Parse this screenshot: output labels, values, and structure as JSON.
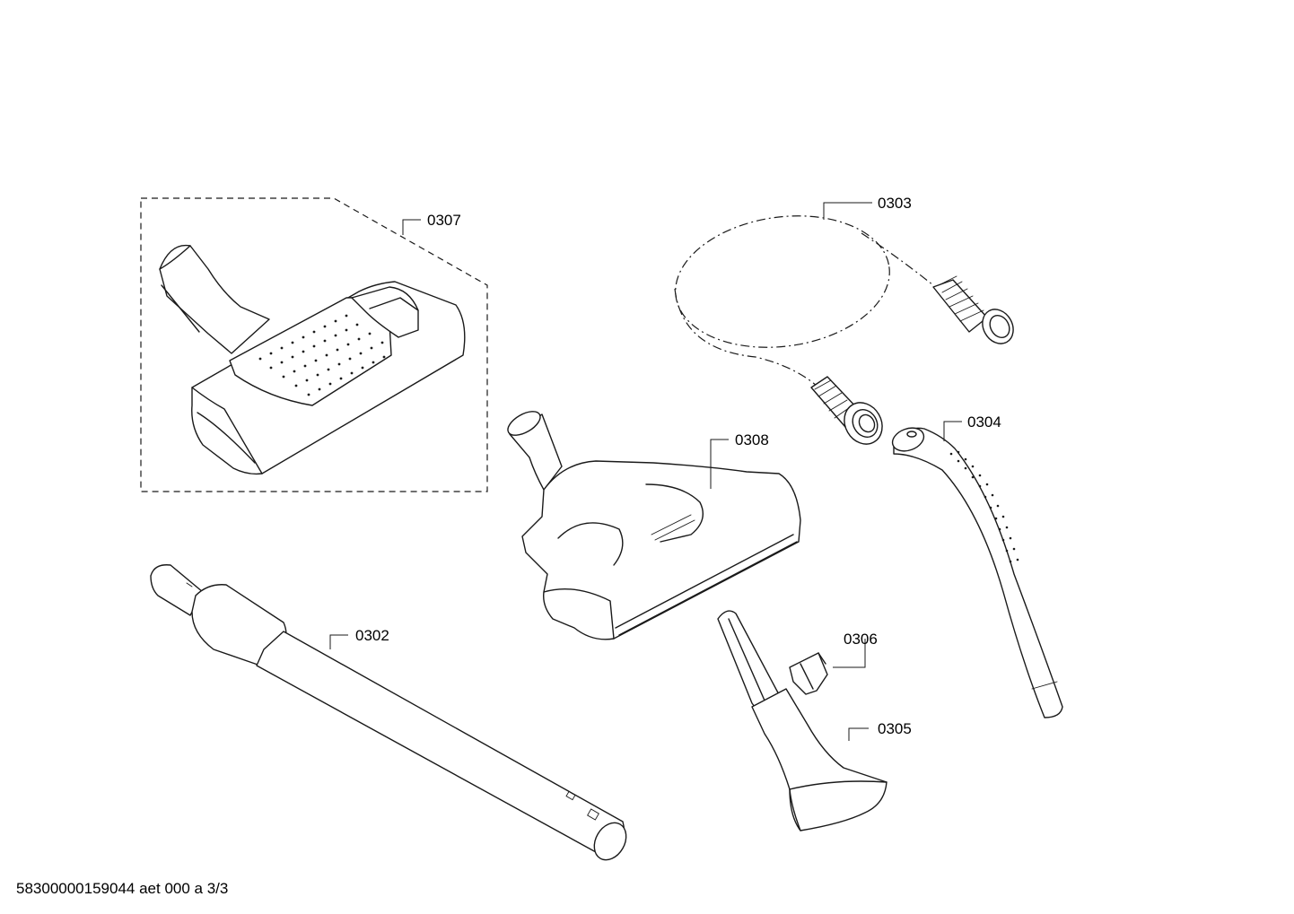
{
  "parts": [
    {
      "id": "telescopic-tube",
      "label": "0302"
    },
    {
      "id": "hose",
      "label": "0303"
    },
    {
      "id": "handle",
      "label": "0304"
    },
    {
      "id": "crevice-tool",
      "label": "0305"
    },
    {
      "id": "clip",
      "label": "0306"
    },
    {
      "id": "floor-nozzle",
      "label": "0307"
    },
    {
      "id": "turbo-brush",
      "label": "0308"
    }
  ],
  "footer": "58300000159044 aet 000 a 3/3"
}
